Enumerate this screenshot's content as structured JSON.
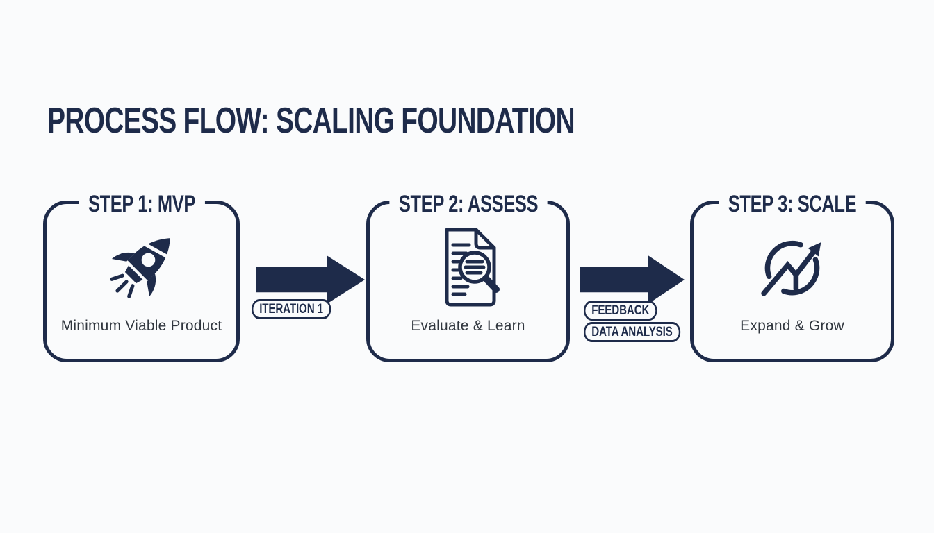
{
  "page": {
    "background_color": "#fafbfc",
    "accent_color": "#1e2b4a",
    "body_text_color": "#30363e"
  },
  "title": "PROCESS FLOW: SCALING FOUNDATION",
  "steps": [
    {
      "label": "STEP 1: MVP",
      "description": "Minimum Viable Product",
      "icon": "rocket-icon"
    },
    {
      "label": "STEP 2: ASSESS",
      "description": "Evaluate & Learn",
      "icon": "document-magnifier-icon"
    },
    {
      "label": "STEP 3: SCALE",
      "description": "Expand & Grow",
      "icon": "growth-cycle-icon"
    }
  ],
  "connectors": [
    {
      "from": "STEP 1: MVP",
      "to": "STEP 2: ASSESS",
      "badges": [
        "ITERATION 1"
      ]
    },
    {
      "from": "STEP 2: ASSESS",
      "to": "STEP 3: SCALE",
      "badges": [
        "FEEDBACK",
        "DATA ANALYSIS"
      ]
    }
  ]
}
